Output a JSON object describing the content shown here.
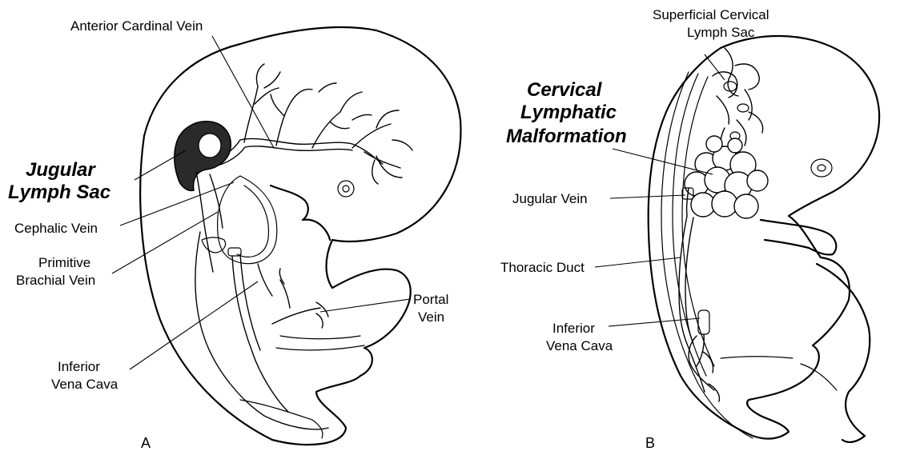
{
  "panel_a": {
    "letter": "A",
    "labels": {
      "anterior_cardinal_vein": "Anterior Cardinal Vein",
      "jugular_lymph_sac_1": "Jugular",
      "jugular_lymph_sac_2": "Lymph Sac",
      "cephalic_vein": "Cephalic Vein",
      "primitive_brachial_vein_1": "Primitive",
      "primitive_brachial_vein_2": "Brachial Vein",
      "inferior_vena_cava_1": "Inferior",
      "inferior_vena_cava_2": "Vena Cava",
      "portal_vein_1": "Portal",
      "portal_vein_2": "Vein"
    }
  },
  "panel_b": {
    "letter": "B",
    "labels": {
      "superficial_cervical_lymph_sac_1": "Superficial Cervical",
      "superficial_cervical_lymph_sac_2": "Lymph Sac",
      "cervical_lymphatic_malformation_1": "Cervical",
      "cervical_lymphatic_malformation_2": "Lymphatic",
      "cervical_lymphatic_malformation_3": "Malformation",
      "jugular_vein": "Jugular Vein",
      "thoracic_duct": "Thoracic Duct",
      "inferior_vena_cava_1": "Inferior",
      "inferior_vena_cava_2": "Vena Cava"
    }
  }
}
